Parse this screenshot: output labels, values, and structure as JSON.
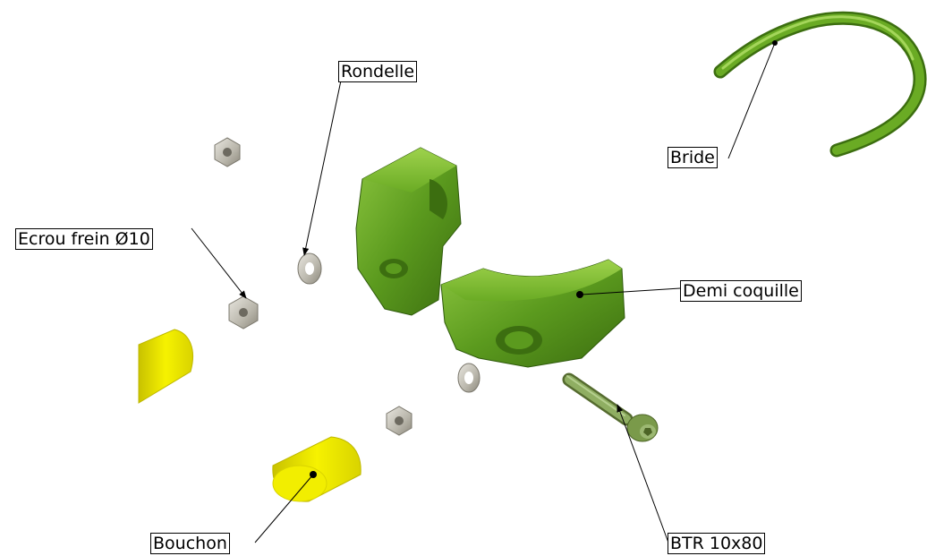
{
  "labels": {
    "rondelle": "Rondelle",
    "bride": "Bride",
    "ecrou": "Ecrou frein Ø10",
    "demi_coquille": "Demi coquille",
    "bouchon": "Bouchon",
    "btr": "BTR 10x80"
  },
  "colors": {
    "green": "#5b9a1e",
    "green_dark": "#3c6e10",
    "yellow": "#f2ee00",
    "yellow_dark": "#c9c200",
    "steel": "#b9b6ab",
    "steel_dark": "#8c887c",
    "line": "#000000"
  },
  "parts": [
    "bride-part",
    "half-shell-part",
    "half-shell-part",
    "washer-part",
    "washer-part",
    "nut-part",
    "nut-part",
    "nut-part",
    "plug-part",
    "plug-part",
    "screw-part"
  ]
}
